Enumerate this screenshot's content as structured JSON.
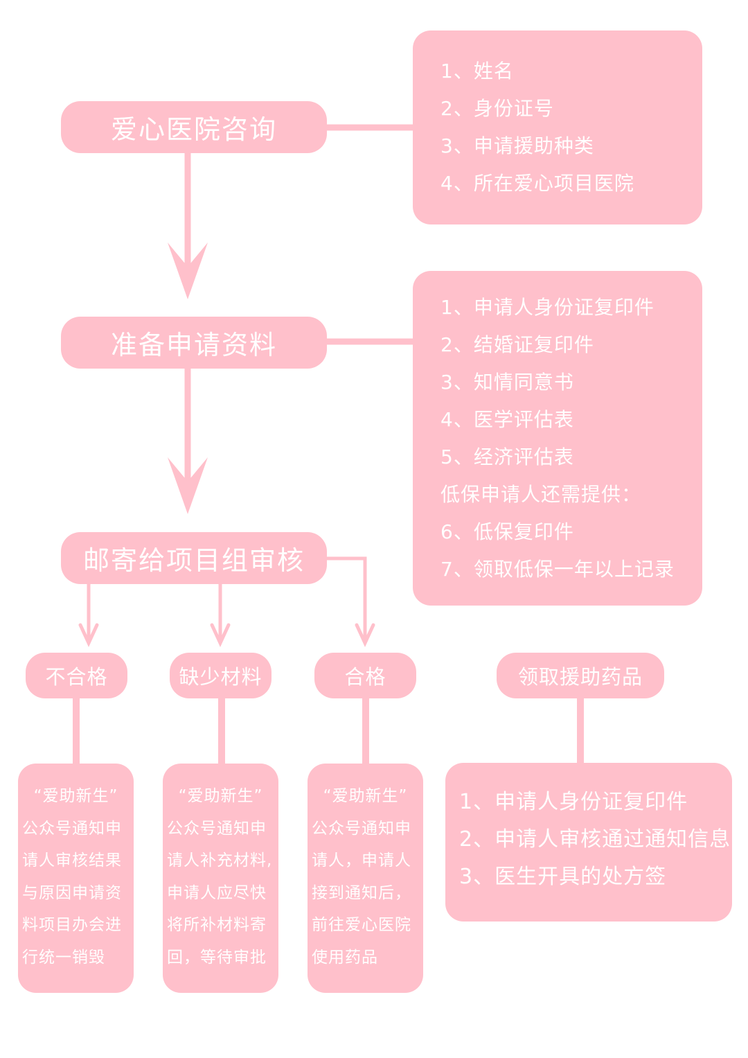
{
  "steps": {
    "consult": "爱心医院咨询",
    "prepare": "准备申请资料",
    "mail": "邮寄给项目组审核"
  },
  "consult_info": [
    "1、姓名",
    "2、身份证号",
    "3、申请援助种类",
    "4、所在爱心项目医院"
  ],
  "prepare_info": [
    "1、申请人身份证复印件",
    "2、结婚证复印件",
    "3、知情同意书",
    "4、医学评估表",
    "5、经济评估表",
    "低保申请人还需提供：",
    "6、低保复印件",
    "7、领取低保一年以上记录"
  ],
  "outcomes": {
    "fail": "不合格",
    "missing": "缺少材料",
    "pass": "合格",
    "receive": "领取援助药品"
  },
  "notes": {
    "fail": [
      "“爱助新生”",
      "公众号通知申",
      "请人审核结果",
      "与原因申请资",
      "料项目办会进",
      "行统一销毁"
    ],
    "missing": [
      "“爱助新生”",
      "公众号通知申",
      "请人补充材料,",
      "申请人应尽快",
      "将所补材料寄",
      "回，等待审批"
    ],
    "pass": [
      "“爱助新生”",
      "公众号通知申",
      "请人，申请人",
      "接到通知后，",
      "前往爱心医院",
      "使用药品"
    ]
  },
  "receive_info": [
    "1、申请人身份证复印件",
    "2、申请人审核通过通知信息",
    "3、医生开具的处方签"
  ],
  "colors": {
    "box": "#ffc0cb",
    "text": "#ffffff"
  }
}
